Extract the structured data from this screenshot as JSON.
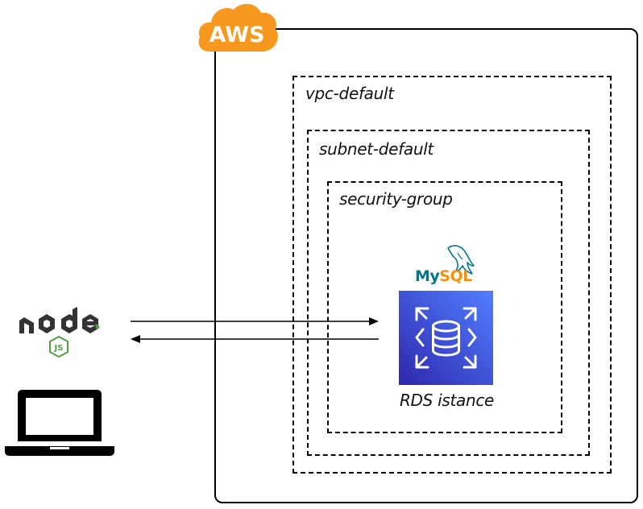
{
  "cloud": {
    "badge": "AWS",
    "badge_color": "#f7981f"
  },
  "containers": {
    "vpc": "vpc-default",
    "subnet": "subnet-default",
    "security_group": "security-group"
  },
  "database": {
    "engine_logo_my": "My",
    "engine_logo_sql": "SQL",
    "label": "RDS istance",
    "icon": "rds-database-icon",
    "icon_gradient": [
      "#2e27ad",
      "#527fff"
    ]
  },
  "client": {
    "runtime_icon": "nodejs-logo-icon",
    "device_icon": "laptop-icon"
  },
  "connection": {
    "direction": "bidirectional"
  }
}
